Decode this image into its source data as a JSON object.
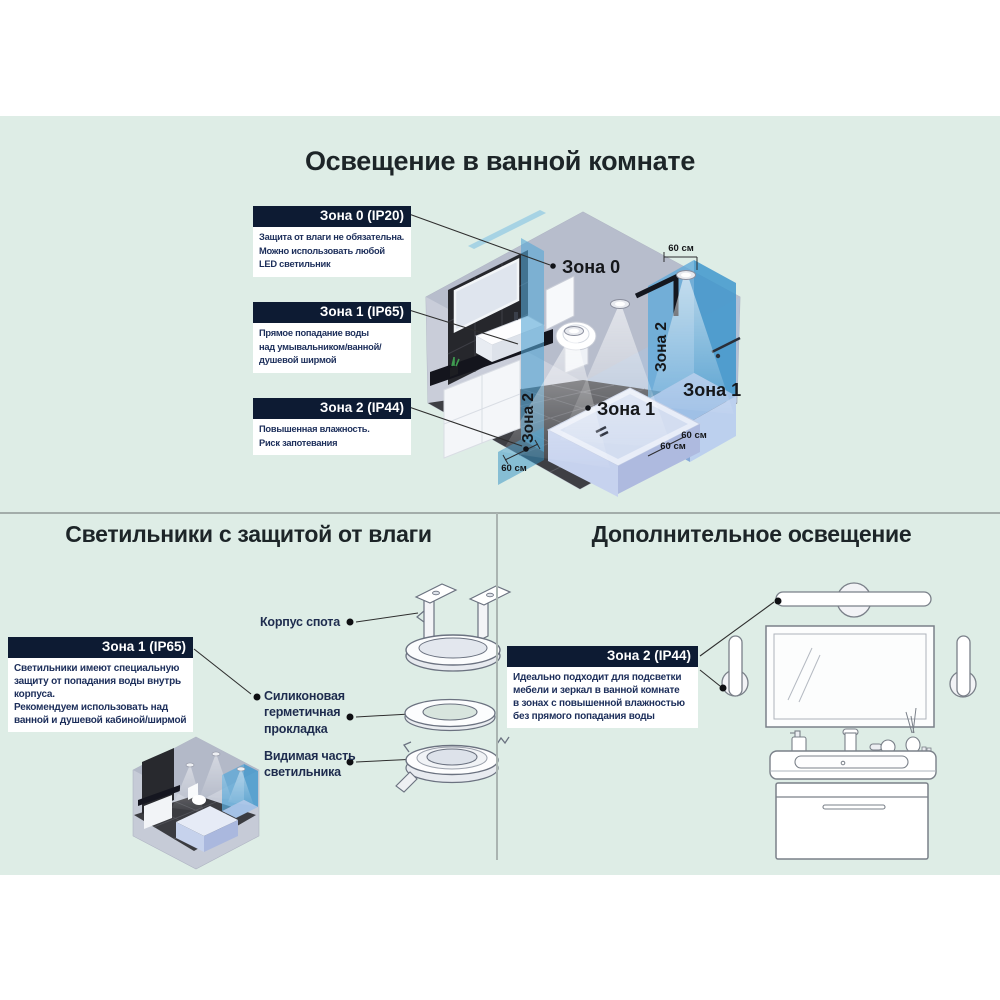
{
  "colors": {
    "panel_bg": "#deede6",
    "header_navy": "#0d1b33",
    "body_text_navy": "#1c2e5a",
    "zone_panel_blue": "#4fa0d2",
    "title_color": "#1d2528"
  },
  "main_title": "Освещение в ванной комнате",
  "zone_callouts": [
    {
      "title": "Зона 0  (IP20)",
      "lines": [
        "Защита от влаги не обязательна.",
        "Можно использовать любой",
        "LED светильник"
      ]
    },
    {
      "title": "Зона 1  (IP65)",
      "lines": [
        "Прямое попадание воды",
        "над умывальником/ванной/",
        "душевой ширмой"
      ]
    },
    {
      "title": "Зона 2  (IP44)",
      "lines": [
        "Повышенная влажность.",
        "Риск запотевания"
      ]
    }
  ],
  "diagram": {
    "zone0": "Зона 0",
    "zone1": "Зона 1",
    "zone2": "Зона 2",
    "dim": "60 см"
  },
  "lamps": {
    "section_title": "Светильники с защитой от влаги",
    "callout": {
      "title": "Зона 1  (IP65)",
      "lines": [
        "Светильники имеют специальную",
        "защиту от попадания воды внутрь",
        "корпуса.",
        "Рекомендуем использовать над",
        "ванной и душевой кабиной/ширмой"
      ]
    },
    "labels": [
      {
        "lines": [
          "Корпус спота"
        ]
      },
      {
        "lines": [
          "Силиконовая",
          "герметичная",
          "прокладка"
        ]
      },
      {
        "lines": [
          "Видимая часть",
          "светильника"
        ]
      }
    ]
  },
  "extra": {
    "section_title": "Дополнительное освещение",
    "callout": {
      "title": "Зона 2  (IP44)",
      "lines": [
        "Идеально подходит для подсветки",
        "мебели и зеркал в ванной комнате",
        "в зонах с повышенной влажностью",
        "без прямого попадания воды"
      ]
    }
  }
}
